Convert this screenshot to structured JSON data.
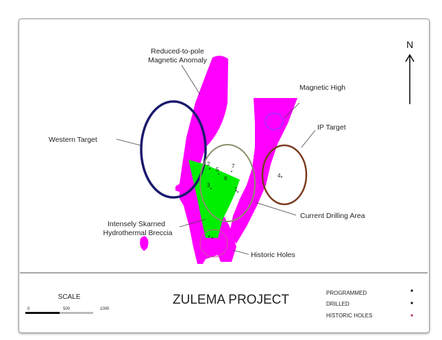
{
  "map": {
    "north_label": "N",
    "labels": {
      "rtp_line1": "Reduced-to-pole",
      "rtp_line2": "Magnetic Anomaly",
      "magnetic_high": "Magnetic High",
      "western_target": "Western Target",
      "ip_target": "IP Target",
      "current_drilling": "Current Drilling Area",
      "skarn_line1": "Intensely Skarned",
      "skarn_line2": "Hydrothermal Breccia",
      "historic_holes": "Historic Holes"
    },
    "hole_numbers": [
      "1",
      "2",
      "3",
      "4",
      "5",
      "6",
      "7"
    ],
    "colors": {
      "magnetic": "#ff00ff",
      "breccia": "#00ee00",
      "western": "#1a1a6e",
      "current": "#8a8f6a",
      "ip": "#7a3a1e",
      "maghigh": "#7a3cff"
    }
  },
  "footer": {
    "title": "ZULEMA PROJECT",
    "scale_label": "SCALE",
    "scale_ticks": [
      "0",
      "500",
      "1000"
    ],
    "legend": [
      {
        "label": "PROGRAMMED",
        "color": "#111111"
      },
      {
        "label": "DRILLED",
        "color": "#111111"
      },
      {
        "label": "HISTORIC HOLES",
        "color": "#c0304a"
      }
    ]
  }
}
